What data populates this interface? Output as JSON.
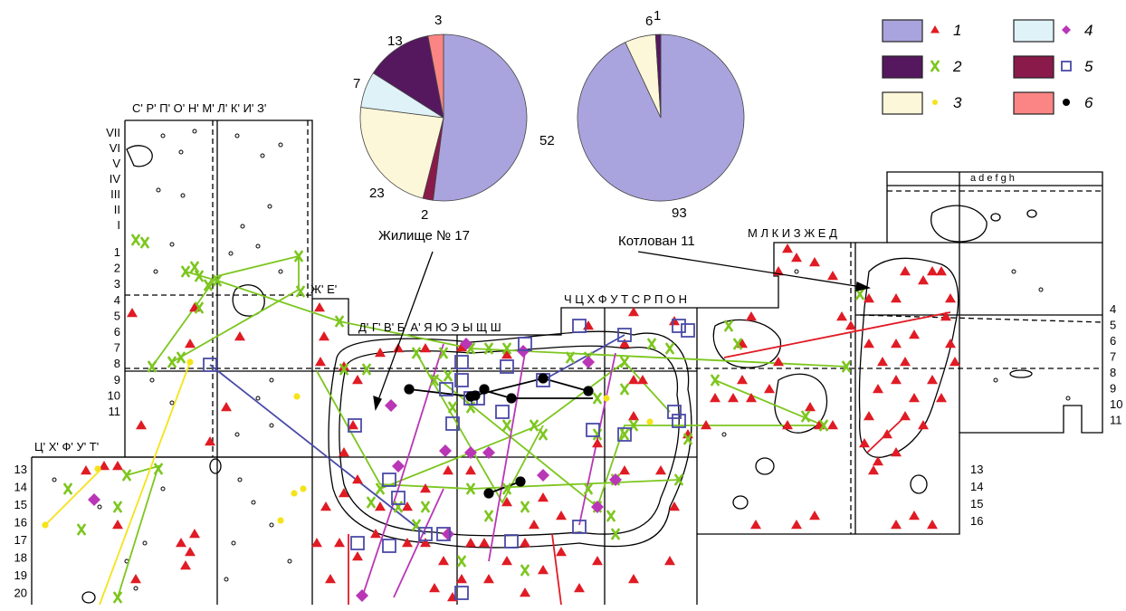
{
  "colors": {
    "c1": "#a9a4dd",
    "c2": "#55185f",
    "c3": "#fdf7d9",
    "c4": "#dff2f8",
    "c5": "#8a1a4a",
    "c6": "#fb8584",
    "red": "#e01b24",
    "green": "#7cc61e",
    "yellow": "#f5e31a",
    "magenta": "#b936b6",
    "blue": "#4a4aa8",
    "black": "#000000"
  },
  "pies": [
    {
      "caption": "Жилище № 17",
      "slices": [
        {
          "value": 52,
          "label": "52",
          "color": "c1"
        },
        {
          "value": 2,
          "label": "2",
          "color": "c5"
        },
        {
          "value": 23,
          "label": "23",
          "color": "c3"
        },
        {
          "value": 7,
          "label": "7",
          "color": "c4"
        },
        {
          "value": 13,
          "label": "13",
          "color": "c2"
        },
        {
          "value": 3,
          "label": "3",
          "color": "c6"
        }
      ]
    },
    {
      "caption": "Котлован 11",
      "slices": [
        {
          "value": 93,
          "label": "93",
          "color": "c1"
        },
        {
          "value": 6,
          "label": "6",
          "color": "c3"
        },
        {
          "value": 1,
          "label": "1",
          "color": "c2"
        }
      ]
    }
  ],
  "legend": [
    {
      "num": "1",
      "color": "c1",
      "marker": "red-triangle"
    },
    {
      "num": "2",
      "color": "c2",
      "marker": "green-x"
    },
    {
      "num": "3",
      "color": "c3",
      "marker": "yellow-dot"
    },
    {
      "num": "4",
      "color": "c4",
      "marker": "magenta-diamond"
    },
    {
      "num": "5",
      "color": "c5",
      "marker": "blue-square"
    },
    {
      "num": "6",
      "color": "c6",
      "marker": "black-dot"
    }
  ],
  "grid_labels": {
    "top_left_cols": "С' Р' П' О' Н' М' Л' К' И' З'",
    "roman_rows": [
      "VII",
      "VI",
      "V",
      "IV",
      "III",
      "II",
      "I"
    ],
    "left_rows": [
      "1",
      "2",
      "3",
      "4",
      "5",
      "6",
      "7",
      "8",
      "9",
      "10",
      "11"
    ],
    "lower_left_cols": "Ц' Х' Ф' У' Т'",
    "lower_left_rows": [
      "13",
      "14",
      "15",
      "16",
      "17",
      "18",
      "19",
      "20"
    ],
    "ze_cols": "Ж' Е'",
    "mid_cols": "Д' Г' В' Б' А' Я Ю Э Ы Щ Ш",
    "mid_right_cols": "Ч Ц Х Ф У Т С Р П О Н",
    "right_cols": "М Л К И З Ж Е Д",
    "far_right_cols": "a   d   e   f   g   h",
    "right_rows_a": [
      "4",
      "5",
      "6",
      "7",
      "8",
      "9",
      "10",
      "11"
    ],
    "right_rows_b": [
      "13",
      "14",
      "15",
      "16"
    ]
  }
}
